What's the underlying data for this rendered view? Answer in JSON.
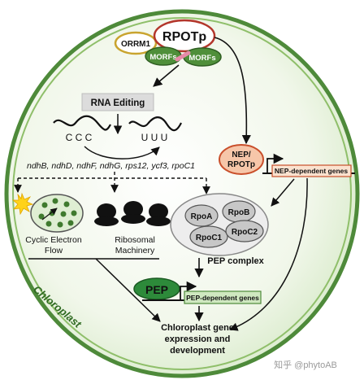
{
  "colors": {
    "chloroplast_fill": "#eef6e6",
    "chloroplast_edge": "#4e8a3a",
    "rpotp_fill": "#ffffff",
    "rpotp_edge": "#b3362b",
    "orrm1_edge": "#c9a42f",
    "morfs_fill": "#4f8f3a",
    "nep_fill": "#f6c6a9",
    "nep_edge": "#c94f2b",
    "pep_fill": "#2d8a3a",
    "pep_box_fill": "#cfe8c0",
    "rna_box_fill": "#dcdcdc",
    "pep_complex_fill": "#c7c7c7",
    "thylakoid_fill": "#dfeed3",
    "thylakoid_dot": "#3f7a2e",
    "star_fill": "#ffd21a",
    "ribosome_fill": "#111111"
  },
  "labels": {
    "rpotp": "RPOTp",
    "orrm1": "ORRM1",
    "morfs_left": "MORFs",
    "morfs_right": "MORFs",
    "rna_editing": "RNA Editing",
    "before_edit": "C C C",
    "after_edit": "U U U",
    "genes": "ndhB, ndhD, ndhF, ndhG, rps12, ycf3, rpoC1",
    "nep_line1": "NEP/",
    "nep_line2": "RPOTp",
    "nep_genes": "NEP-dependent genes",
    "cyclic_line1": "Cyclic Electron",
    "cyclic_line2": "Flow",
    "ribo_line1": "Ribosomal",
    "ribo_line2": "Machinery",
    "rpoA": "RpoA",
    "rpoB": "RpoB",
    "rpoC1": "RpoC1",
    "rpoC2": "RpoC2",
    "pep_complex": "PEP complex",
    "pep": "PEP",
    "pep_genes": "PEP-dependent genes",
    "chloroplast": "Chloroplast",
    "outcome_line1": "Chloroplast gene",
    "outcome_line2": "expression and",
    "outcome_line3": "development",
    "watermark": "知乎 @phytoAB"
  }
}
